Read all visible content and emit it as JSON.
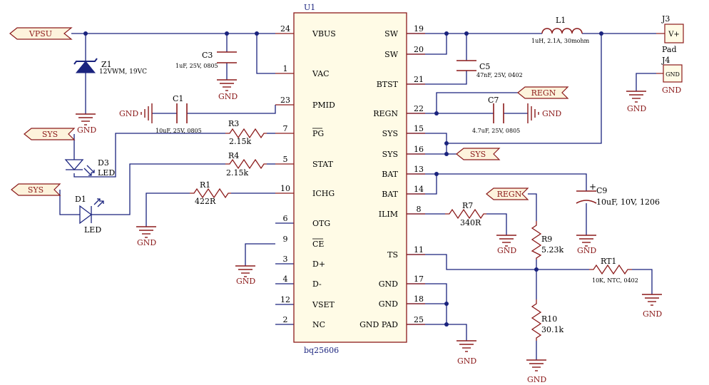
{
  "ic": {
    "designator": "U1",
    "part": "bq25606",
    "left_pins": [
      {
        "num": "24",
        "name": "VBUS"
      },
      {
        "num": "1",
        "name": "VAC"
      },
      {
        "num": "23",
        "name": "PMID"
      },
      {
        "num": "7",
        "name": "PG"
      },
      {
        "num": "5",
        "name": "STAT"
      },
      {
        "num": "10",
        "name": "ICHG"
      },
      {
        "num": "6",
        "name": "OTG"
      },
      {
        "num": "9",
        "name": "CE"
      },
      {
        "num": "3",
        "name": "D+"
      },
      {
        "num": "4",
        "name": "D-"
      },
      {
        "num": "12",
        "name": "VSET"
      },
      {
        "num": "2",
        "name": "NC"
      }
    ],
    "right_pins": [
      {
        "num": "19",
        "name": "SW"
      },
      {
        "num": "20",
        "name": "SW"
      },
      {
        "num": "21",
        "name": "BTST"
      },
      {
        "num": "22",
        "name": "REGN"
      },
      {
        "num": "15",
        "name": "SYS"
      },
      {
        "num": "16",
        "name": "SYS"
      },
      {
        "num": "13",
        "name": "BAT"
      },
      {
        "num": "14",
        "name": "BAT"
      },
      {
        "num": "8",
        "name": "ILIM"
      },
      {
        "num": "11",
        "name": "TS"
      },
      {
        "num": "17",
        "name": "GND"
      },
      {
        "num": "18",
        "name": "GND"
      },
      {
        "num": "25",
        "name": "GND PAD"
      }
    ]
  },
  "components": {
    "Z1": {
      "ref": "Z1",
      "value": "12VWM, 19VC"
    },
    "C3": {
      "ref": "C3",
      "value": "1uF, 25V, 0805"
    },
    "C1": {
      "ref": "C1",
      "value": "10uF, 25V, 0805"
    },
    "R3": {
      "ref": "R3",
      "value": "2.15k"
    },
    "R4": {
      "ref": "R4",
      "value": "2.15k"
    },
    "R1": {
      "ref": "R1",
      "value": "422R"
    },
    "D3": {
      "ref": "D3",
      "value": "LED"
    },
    "D1": {
      "ref": "D1",
      "value": "LED"
    },
    "L1": {
      "ref": "L1",
      "value": "1uH, 2.1A, 30mohm"
    },
    "C5": {
      "ref": "C5",
      "value": "47nF, 25V, 0402"
    },
    "C7": {
      "ref": "C7",
      "value": "4.7uF, 25V, 0805"
    },
    "C9": {
      "ref": "C9",
      "value": "10uF, 10V, 1206"
    },
    "R7": {
      "ref": "R7",
      "value": "340R"
    },
    "R9": {
      "ref": "R9",
      "value": "5.23k"
    },
    "R10": {
      "ref": "R10",
      "value": "30.1k"
    },
    "RT1": {
      "ref": "RT1",
      "value": "10K, NTC, 0402"
    }
  },
  "connectors": {
    "J3": {
      "ref": "J3",
      "pin": "V+",
      "label": "Pad"
    },
    "J4": {
      "ref": "J4",
      "pin": "GND",
      "label": "GND"
    }
  },
  "nets": {
    "vpsu": "VPSU",
    "sys": "SYS",
    "regn": "REGN",
    "gnd": "GND"
  },
  "colors": {
    "wire": "#1a237e",
    "part": "#8b1a1a",
    "text": "#1a237e",
    "flag_fill": "#fdf3dc",
    "ic_fill": "#fffbe6"
  }
}
